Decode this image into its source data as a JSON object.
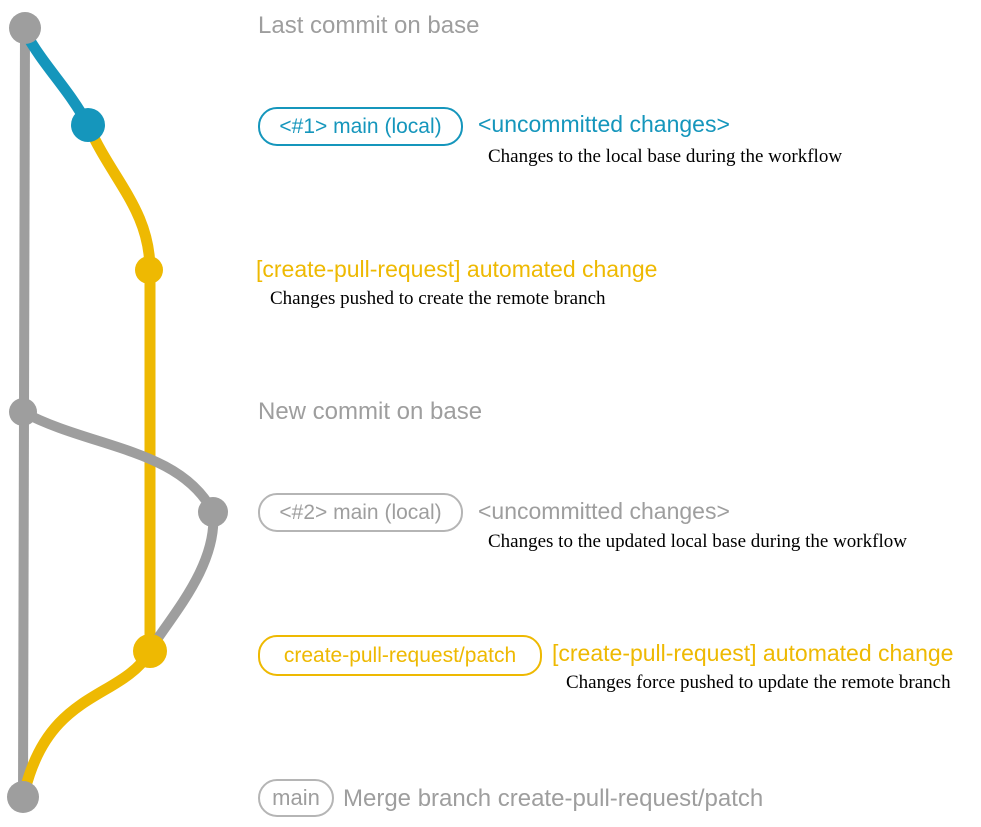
{
  "colors": {
    "branch_base_gray": "#9e9e9e",
    "branch_local_blue": "#1596bc",
    "branch_remote_yellow": "#eeb902",
    "caption_black": "#000000"
  },
  "graph": {
    "nodes": [
      {
        "name": "last-commit-on-base",
        "color": "gray"
      },
      {
        "name": "local-uncommitted-1",
        "color": "blue"
      },
      {
        "name": "remote-push-1",
        "color": "yellow"
      },
      {
        "name": "new-commit-on-base",
        "color": "gray"
      },
      {
        "name": "local-uncommitted-2",
        "color": "gray"
      },
      {
        "name": "remote-force-push",
        "color": "yellow"
      },
      {
        "name": "merge-commit",
        "color": "gray"
      }
    ]
  },
  "labels": {
    "last_commit": "Last commit on base",
    "new_commit": "New commit on base"
  },
  "rows": {
    "row1": {
      "badge": "<#1> main (local)",
      "heading": "<uncommitted changes>",
      "caption": "Changes to the local base during the workflow"
    },
    "row2": {
      "heading": "[create-pull-request] automated change",
      "caption": "Changes pushed to create the remote branch"
    },
    "row3": {
      "badge": "<#2> main (local)",
      "heading": "<uncommitted changes>",
      "caption": "Changes to the updated local base during the workflow"
    },
    "row4": {
      "badge": "create-pull-request/patch",
      "heading": "[create-pull-request] automated change",
      "caption": "Changes force pushed to update the remote branch"
    },
    "row5": {
      "badge": "main",
      "heading": "Merge branch create-pull-request/patch"
    }
  }
}
